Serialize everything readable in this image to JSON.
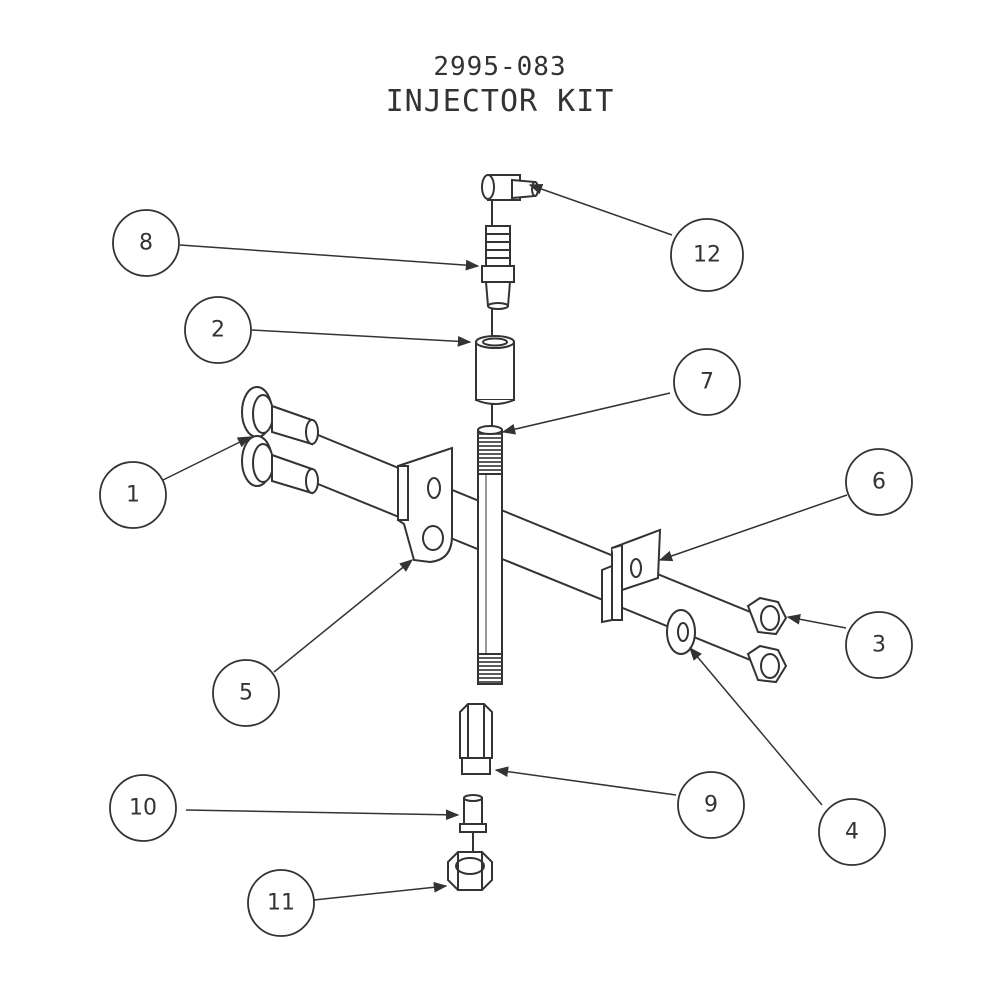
{
  "title": {
    "part_number": "2995-083",
    "kit_name": "INJECTOR KIT"
  },
  "callouts": [
    {
      "key": "1",
      "label": "1"
    },
    {
      "key": "2",
      "label": "2"
    },
    {
      "key": "3",
      "label": "3"
    },
    {
      "key": "4",
      "label": "4"
    },
    {
      "key": "5",
      "label": "5"
    },
    {
      "key": "6",
      "label": "6"
    },
    {
      "key": "7",
      "label": "7"
    },
    {
      "key": "8",
      "label": "8"
    },
    {
      "key": "9",
      "label": "9"
    },
    {
      "key": "10",
      "label": "10"
    },
    {
      "key": "11",
      "label": "11"
    },
    {
      "key": "12",
      "label": "12"
    }
  ],
  "colors": {
    "line": "#333333",
    "background": "#ffffff"
  }
}
